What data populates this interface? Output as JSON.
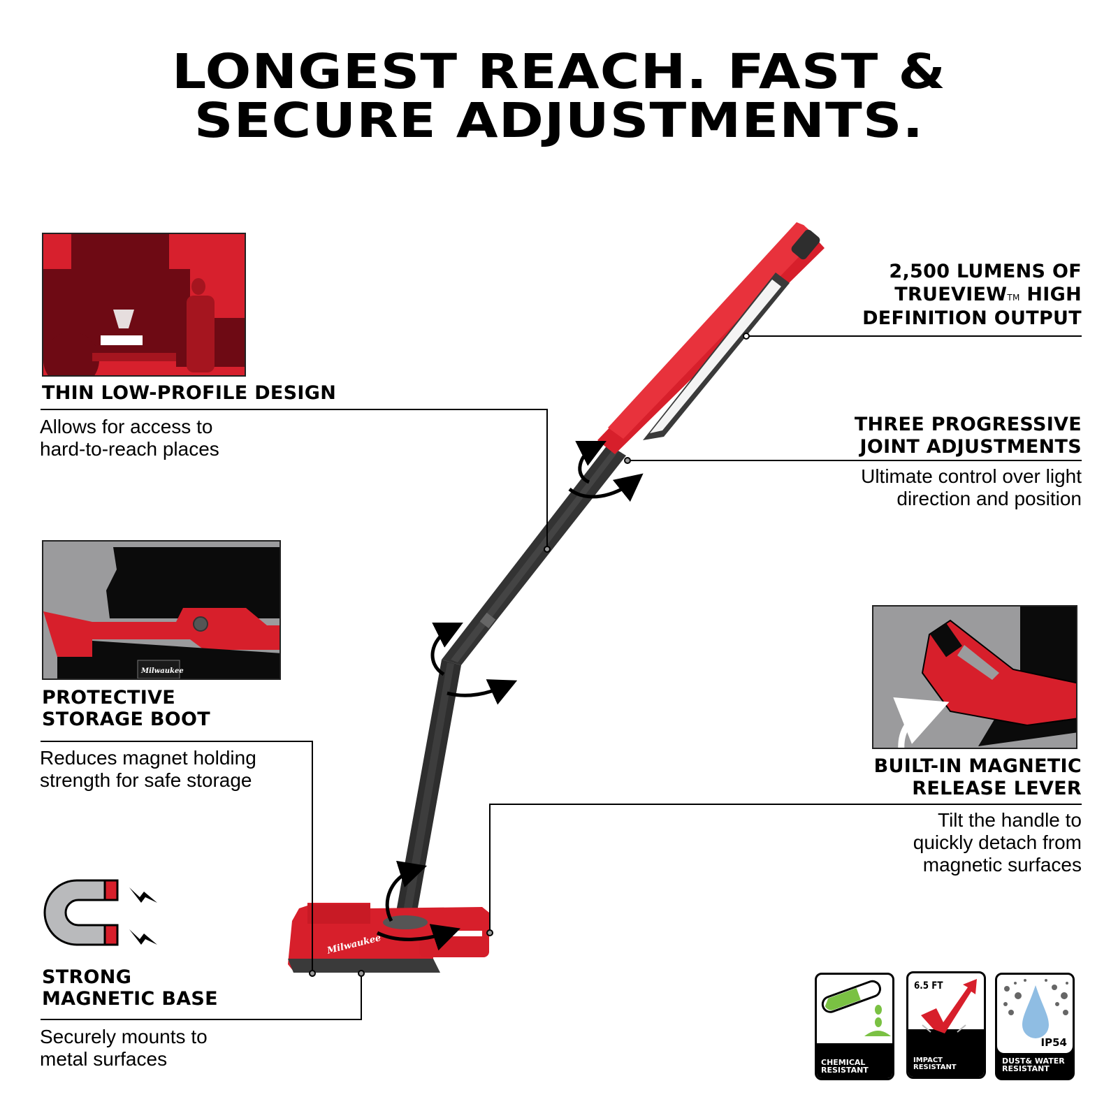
{
  "headline": {
    "line1": "LONGEST REACH. FAST &",
    "line2": "SECURE ADJUSTMENTS."
  },
  "colors": {
    "brand_red": "#d71f2b",
    "dark_red": "#6e0a14",
    "tool_black": "#2a2a2a",
    "panel_gray": "#9b9b9d",
    "chem_green": "#7ac143",
    "water_blue": "#8fbde3"
  },
  "features": {
    "thin_profile": {
      "title": "THIN LOW-PROFILE DESIGN",
      "desc_line1": "Allows for access to",
      "desc_line2": "hard-to-reach places",
      "image": "truck-silhouette-illustration"
    },
    "storage_boot": {
      "title_line1": "PROTECTIVE",
      "title_line2": "STORAGE BOOT",
      "desc_line1": "Reduces magnet holding",
      "desc_line2": "strength for safe storage",
      "image": "storage-boot-closeup",
      "logo_text": "Milwaukee"
    },
    "magnetic_base": {
      "title_line1": "STRONG",
      "title_line2": "MAGNETIC BASE",
      "desc_line1": "Securely mounts to",
      "desc_line2": "metal surfaces",
      "icon": "horseshoe-magnet-icon"
    },
    "lumens": {
      "title_line1": "2,500 LUMENS OF",
      "title_line2a": "TRUEVIEW",
      "title_tm": "TM",
      "title_line2b": " HIGH",
      "title_line3": "DEFINITION OUTPUT"
    },
    "joints": {
      "title_line1": "THREE PROGRESSIVE",
      "title_line2": "JOINT ADJUSTMENTS",
      "desc_line1": "Ultimate control over light",
      "desc_line2": "direction and position"
    },
    "release_lever": {
      "title_line1": "BUILT-IN MAGNETIC",
      "title_line2": "RELEASE LEVER",
      "desc_line1": "Tilt the handle to",
      "desc_line2": "quickly detach from",
      "desc_line3": "magnetic surfaces",
      "image": "release-lever-closeup"
    }
  },
  "product": {
    "logo_text": "Milwaukee"
  },
  "badges": [
    {
      "label_line1": "CHEMICAL",
      "label_line2": "RESISTANT",
      "icon": "test-tube-icon"
    },
    {
      "top_text": "6.5 FT",
      "label_line1": "IMPACT",
      "label_line2": "RESISTANT",
      "icon": "impact-check-icon"
    },
    {
      "top_text": "IP54",
      "label_line1": "DUST& WATER",
      "label_line2": "RESISTANT",
      "icon": "water-drop-icon"
    }
  ]
}
